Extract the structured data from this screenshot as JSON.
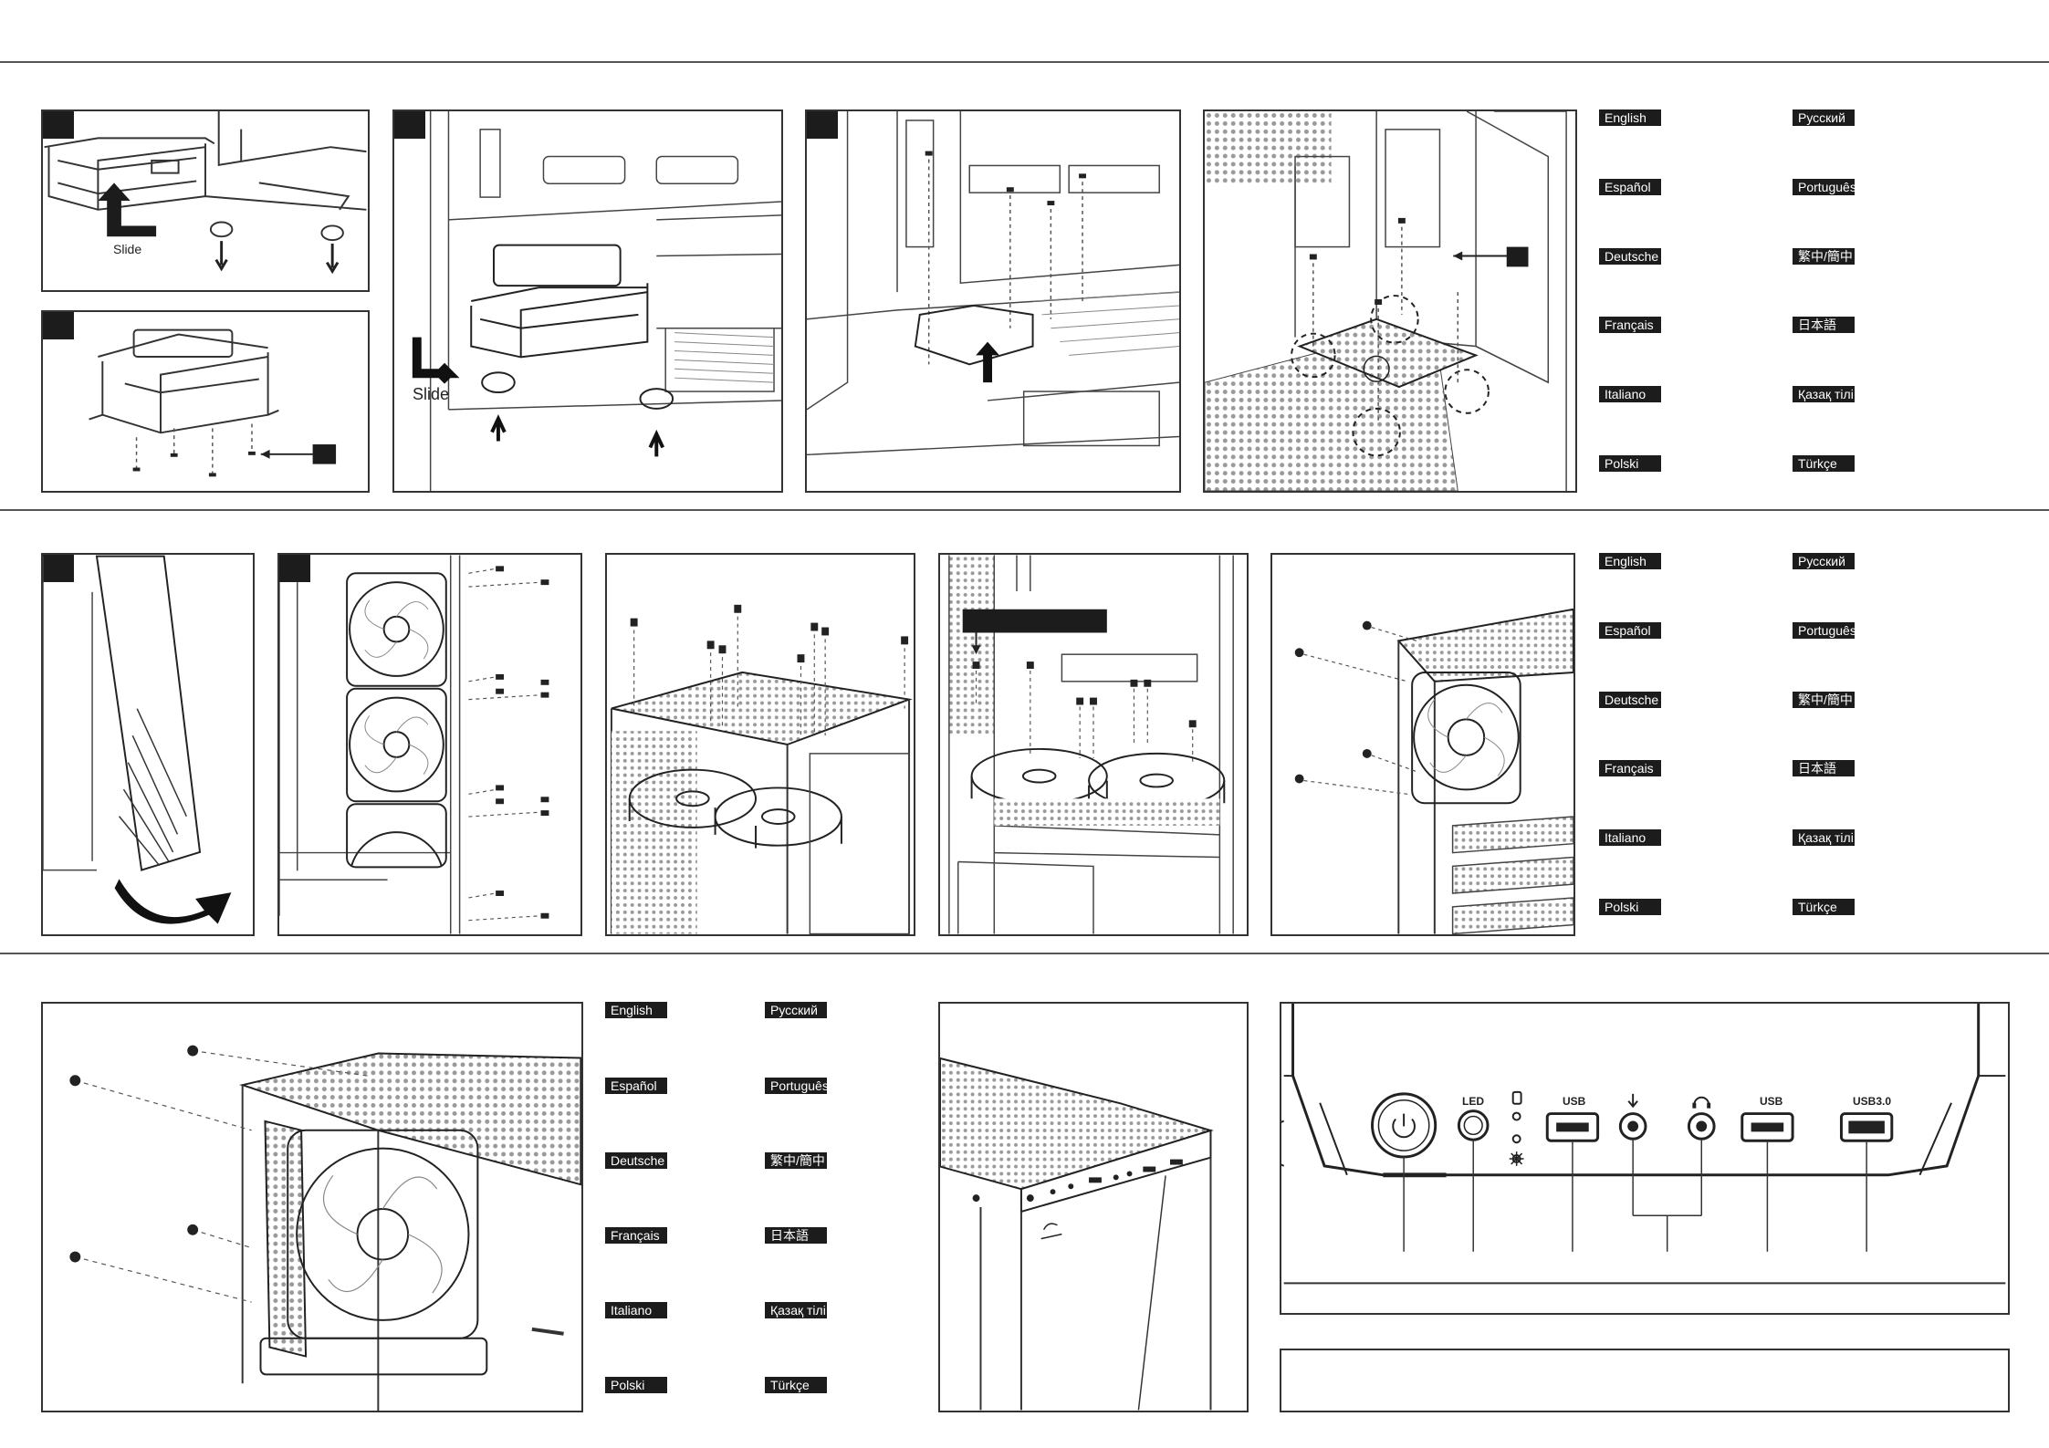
{
  "labels": {
    "slide": "Slide"
  },
  "languages": [
    "English",
    "Español",
    "Deutsche",
    "Français",
    "Italiano",
    "Polski"
  ],
  "languages_col2": [
    "Русский",
    "Português",
    "繁中/簡中",
    "日本語",
    "Қазақ тілі",
    "Türkçe"
  ],
  "ports": {
    "led": "LED",
    "usb": "USB",
    "usb3": "USB3.0"
  },
  "colors": {
    "ink": "#1c1c1c",
    "line": "#333333",
    "paper": "#ffffff"
  }
}
